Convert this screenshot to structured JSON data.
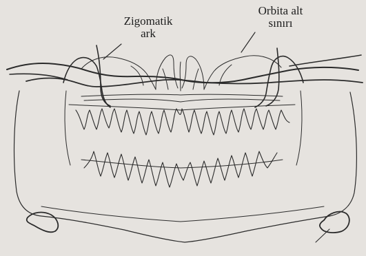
{
  "labels": {
    "zygomatic_arch": [
      "Zigomatik",
      "ark"
    ],
    "orbita_lower_border": [
      "Orbita alt",
      "sınırı"
    ]
  },
  "colors": {
    "paper": "#e6e3df",
    "ink": "#2a2a2a"
  }
}
